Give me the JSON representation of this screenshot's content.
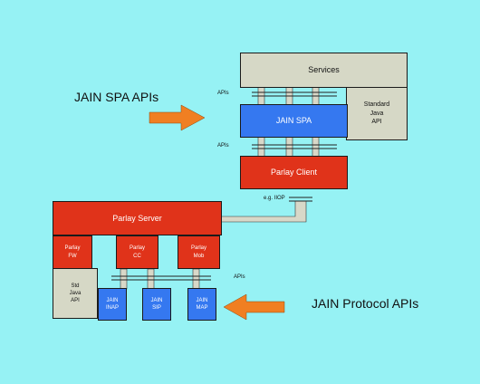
{
  "colors": {
    "background": "#96f2f4",
    "grey_box": "#d6d8c6",
    "blue_box": "#3578f0",
    "red_box": "#e0331a",
    "arrow": "#f07f22",
    "connector": "#d8d8c8"
  },
  "headings": {
    "spa_apis": "JAIN SPA APIs",
    "protocol_apis": "JAIN Protocol APIs"
  },
  "upper": {
    "services": "Services",
    "standard_java_api": "Standard\nJava\nAPI",
    "jain_spa": "JAIN SPA",
    "parlay_client": "Parlay Client",
    "apis_label_top": "APIs",
    "apis_label_mid": "APIs"
  },
  "link_label": "e.g. IIOP",
  "lower": {
    "parlay_server": "Parlay Server",
    "parlay_fw": "Parlay\nFW",
    "parlay_cc": "Parlay\nCC",
    "parlay_mob": "Parlay\nMob",
    "std_java_api": "Std\nJava\nAPI",
    "jain_inap": "JAIN\nINAP",
    "jain_sip": "JAIN\nSIP",
    "jain_map": "JAIN\nMAP",
    "apis_label": "APIs"
  },
  "icons": {
    "right_arrow": "orange-right-arrow-icon",
    "left_arrow": "orange-left-arrow-icon"
  }
}
